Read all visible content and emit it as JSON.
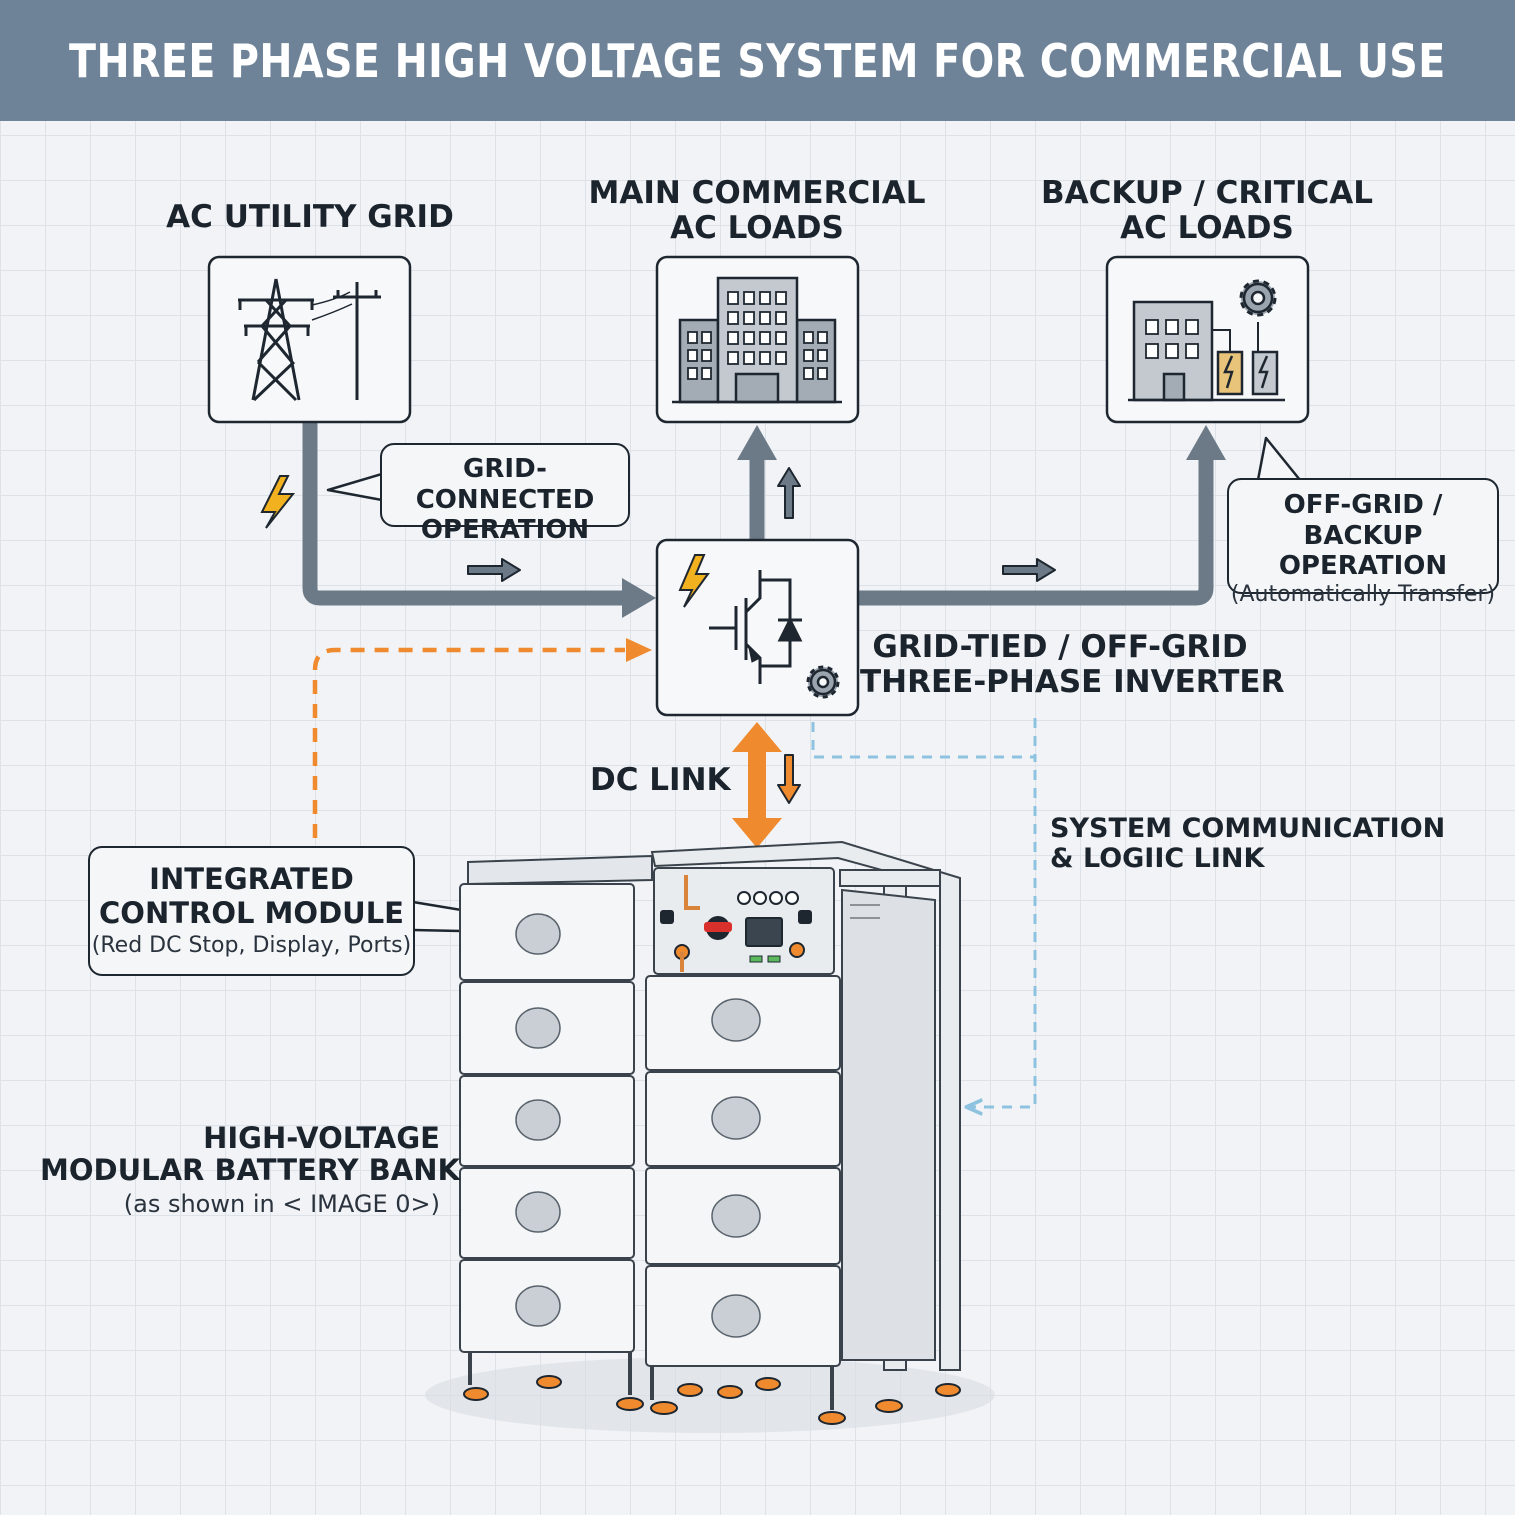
{
  "header": {
    "title": "THREE PHASE HIGH VOLTAGE SYSTEM FOR COMMERCIAL USE"
  },
  "nodes": {
    "grid": {
      "label": "AC UTILITY GRID"
    },
    "main_loads": {
      "label_line1": "MAIN COMMERCIAL",
      "label_line2": "AC LOADS"
    },
    "backup_loads": {
      "label_line1": "BACKUP / CRITICAL",
      "label_line2": "AC LOADS"
    },
    "inverter": {
      "label_line1": "GRID-TIED / OFF-GRID",
      "label_line2": "THREE-PHASE INVERTER"
    },
    "battery": {
      "label_line1": "HIGH-VOLTAGE",
      "label_line2": "MODULAR BATTERY BANK",
      "note": "(as shown in < IMAGE 0>)"
    }
  },
  "callouts": {
    "grid_connected": {
      "line1": "GRID-CONNECTED",
      "line2": "OPERATION"
    },
    "off_grid": {
      "line1": "OFF-GRID / BACKUP",
      "line2": "OPERATION",
      "note": "(Automatically Transfer)"
    },
    "control_module": {
      "line1": "INTEGRATED",
      "line2": "CONTROL MODULE",
      "note": "(Red DC Stop, Display, Ports)"
    }
  },
  "links": {
    "dc_link": "DC LINK",
    "comm_line1": "SYSTEM COMMUNICATION",
    "comm_line2": "& LOGIIC LINK"
  },
  "colors": {
    "header": "#6f8398",
    "power_line": "#6c7a88",
    "dc_link": "#f08a2e",
    "comm_link": "#8ec3e0",
    "bolt": "#f2b21f"
  },
  "icons": [
    "transmission-tower-icon",
    "utility-pole-icon",
    "office-building-icon",
    "building-with-gear-icon",
    "lightning-bolt-icon",
    "igbt-transistor-icon",
    "gear-icon"
  ]
}
